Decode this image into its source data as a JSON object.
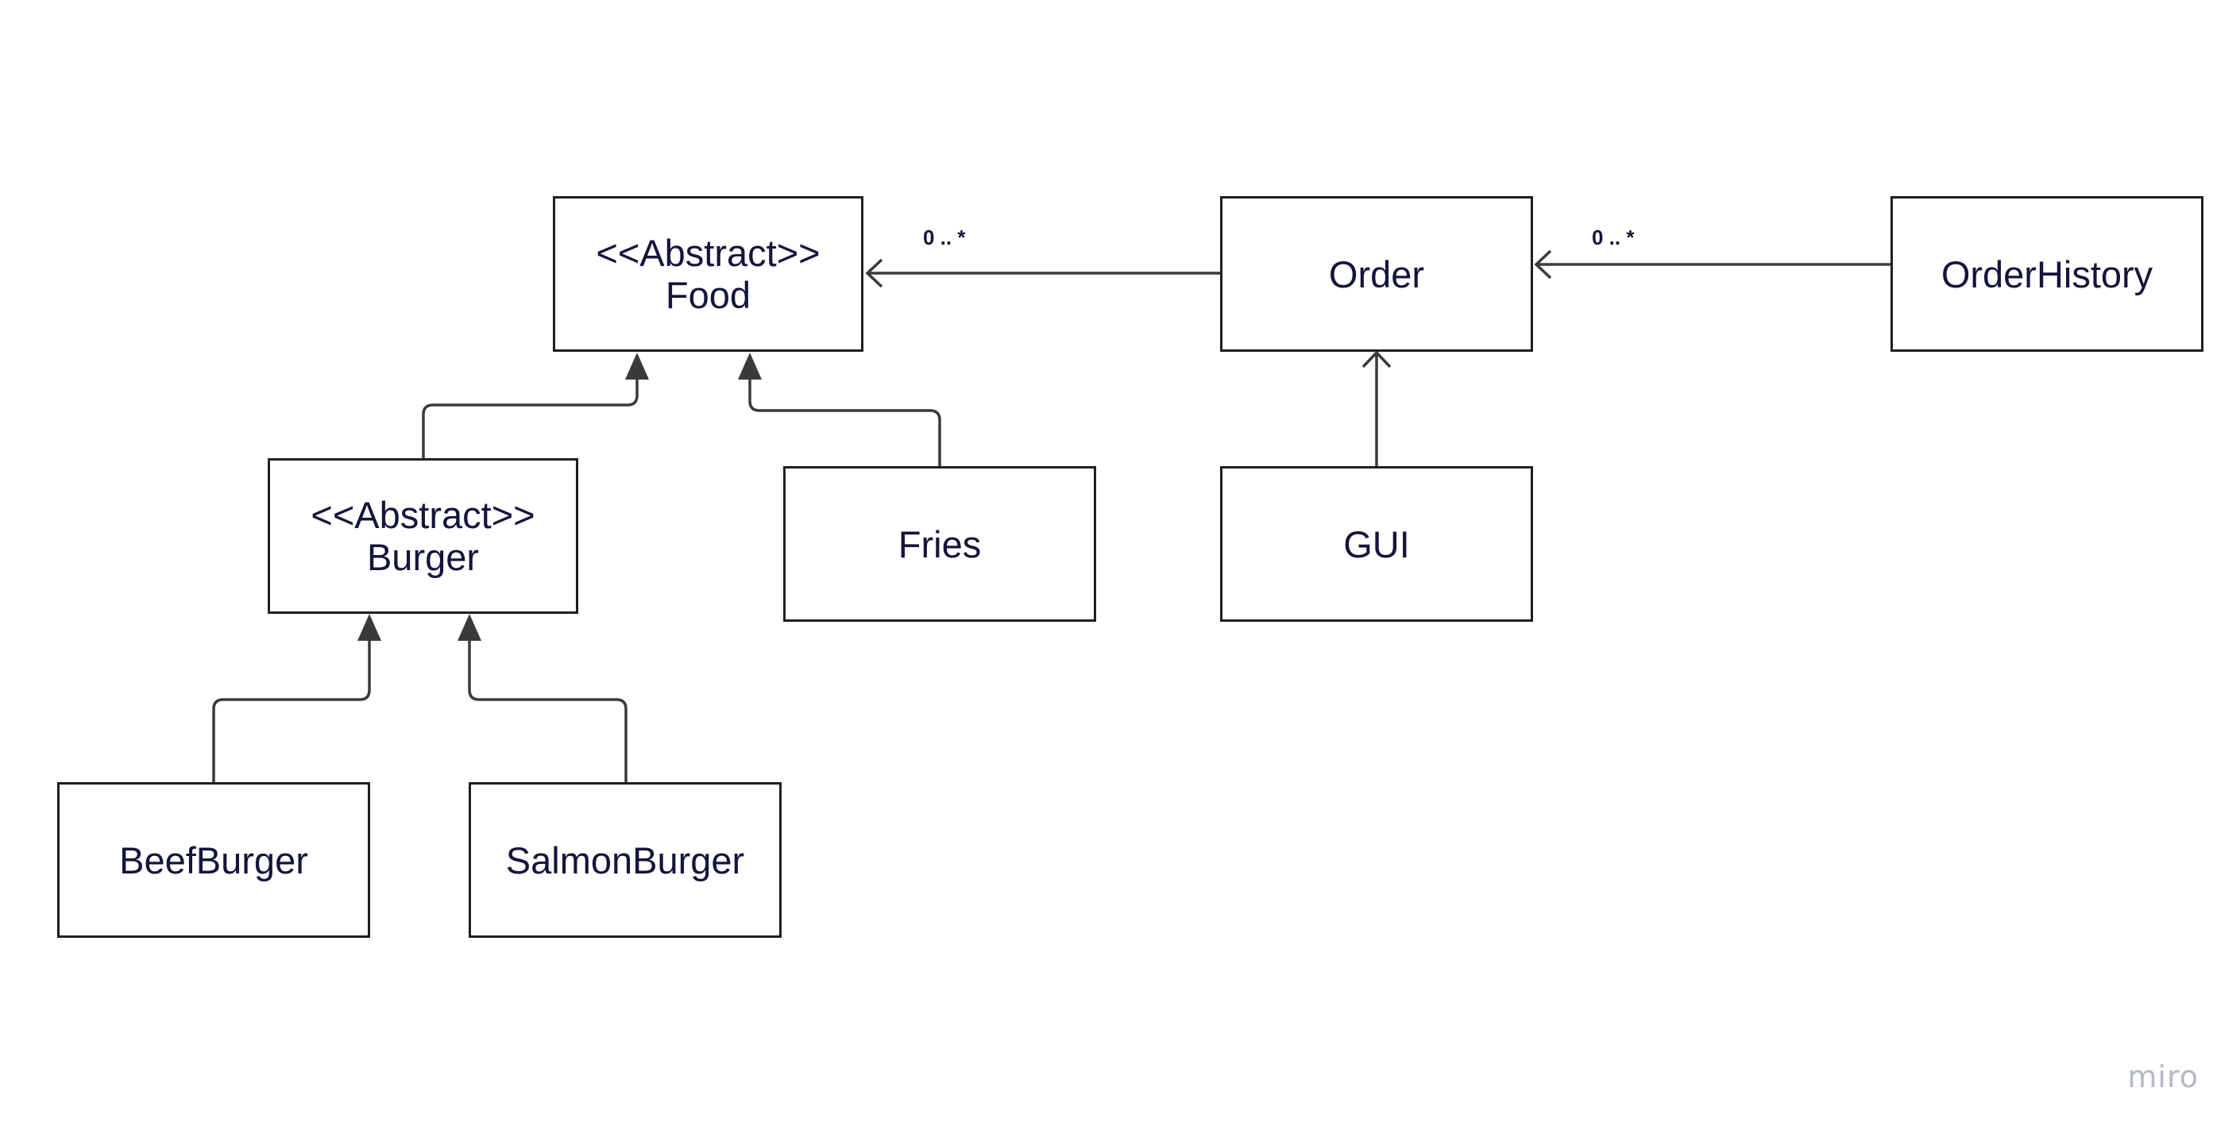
{
  "classes": {
    "food": {
      "stereotype": "<<Abstract>>",
      "name": "Food"
    },
    "burger": {
      "stereotype": "<<Abstract>>",
      "name": "Burger"
    },
    "fries": {
      "name": "Fries"
    },
    "beef_burger": {
      "name": "BeefBurger"
    },
    "salmon_burger": {
      "name": "SalmonBurger"
    },
    "order": {
      "name": "Order"
    },
    "gui": {
      "name": "GUI"
    },
    "order_history": {
      "name": "OrderHistory"
    }
  },
  "relations": [
    {
      "from": "burger",
      "to": "food",
      "kind": "inheritance"
    },
    {
      "from": "fries",
      "to": "food",
      "kind": "inheritance"
    },
    {
      "from": "beef_burger",
      "to": "burger",
      "kind": "inheritance"
    },
    {
      "from": "salmon_burger",
      "to": "burger",
      "kind": "inheritance"
    },
    {
      "from": "order",
      "to": "food",
      "kind": "association",
      "multiplicity": "0 .. *"
    },
    {
      "from": "order_history",
      "to": "order",
      "kind": "association",
      "multiplicity": "0 .. *"
    },
    {
      "from": "gui",
      "to": "order",
      "kind": "association"
    }
  ],
  "labels": {
    "order_food_multiplicity": "0 .. *",
    "history_order_multiplicity": "0 .. *"
  },
  "watermark": "miro",
  "colors": {
    "line": "#3a3a3a",
    "text": "#14143c",
    "watermark": "#b4b8c6"
  }
}
